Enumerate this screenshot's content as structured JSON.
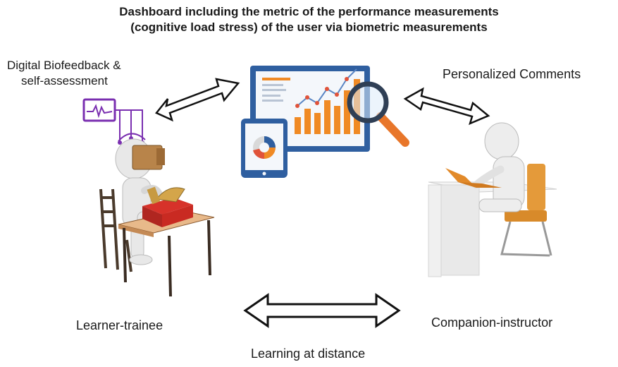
{
  "title": {
    "line1": "Dashboard including the metric of the performance measurements",
    "line2": "(cognitive load stress) of the user via biometric measurements"
  },
  "labels": {
    "biofeedback_line1": "Digital Biofeedback &",
    "biofeedback_line2": "self-assessment",
    "personalized_comments": "Personalized Comments",
    "learner": "Learner-trainee",
    "instructor": "Companion-instructor",
    "distance": "Learning at distance"
  },
  "colors": {
    "accent_orange": "#f08a24",
    "dashboard_blue": "#2f5fa0",
    "sensor_purple": "#7a2fb0",
    "figure_gray": "#e8e8e8"
  },
  "icons": [
    "double-arrow-icon",
    "dashboard-monitor-icon",
    "tablet-icon",
    "magnifier-icon",
    "biosensor-icon",
    "learner-figure-icon",
    "instructor-figure-icon"
  ]
}
